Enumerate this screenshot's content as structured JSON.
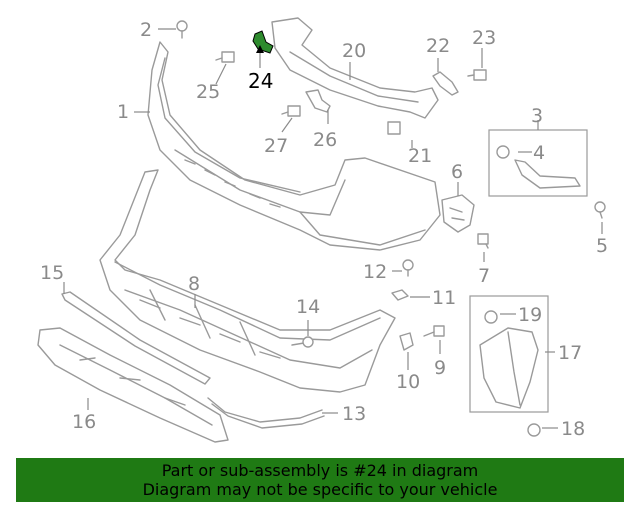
{
  "diagram": {
    "highlighted_part": "24",
    "highlight_color": "#2e8b2e",
    "callouts": {
      "c1": "1",
      "c2": "2",
      "c3": "3",
      "c4": "4",
      "c5": "5",
      "c6": "6",
      "c7": "7",
      "c8": "8",
      "c9": "9",
      "c10": "10",
      "c11": "11",
      "c12": "12",
      "c13": "13",
      "c14": "14",
      "c15": "15",
      "c16": "16",
      "c17": "17",
      "c18": "18",
      "c19": "19",
      "c20": "20",
      "c21": "21",
      "c22": "22",
      "c23": "23",
      "c24": "24",
      "c25": "25",
      "c26": "26",
      "c27": "27"
    }
  },
  "banner": {
    "line1": "Part or sub-assembly is #24 in diagram",
    "line2": "Diagram may not be specific to your vehicle",
    "background": "#1f7a14"
  }
}
